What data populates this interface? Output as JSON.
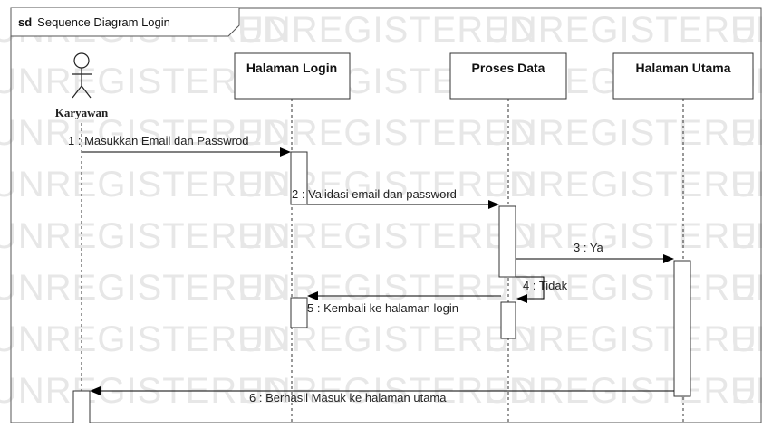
{
  "frame": {
    "keyword": "sd",
    "title": "Sequence Diagram Login"
  },
  "watermark": "UNREGISTERED",
  "actor": {
    "name": "Karyawan"
  },
  "lifelines": [
    {
      "id": "login",
      "label": "Halaman Login"
    },
    {
      "id": "proses",
      "label": "Proses Data"
    },
    {
      "id": "utama",
      "label": "Halaman Utama"
    }
  ],
  "messages": [
    {
      "label": "1 : Masukkan Email dan Passwrod"
    },
    {
      "label": "2 : Validasi email dan password"
    },
    {
      "label": "3 : Ya"
    },
    {
      "label": "4 : Tidak"
    },
    {
      "label": "5 : Kembali ke halaman login"
    },
    {
      "label": "6 : Berhasil Masuk ke halaman utama"
    }
  ]
}
